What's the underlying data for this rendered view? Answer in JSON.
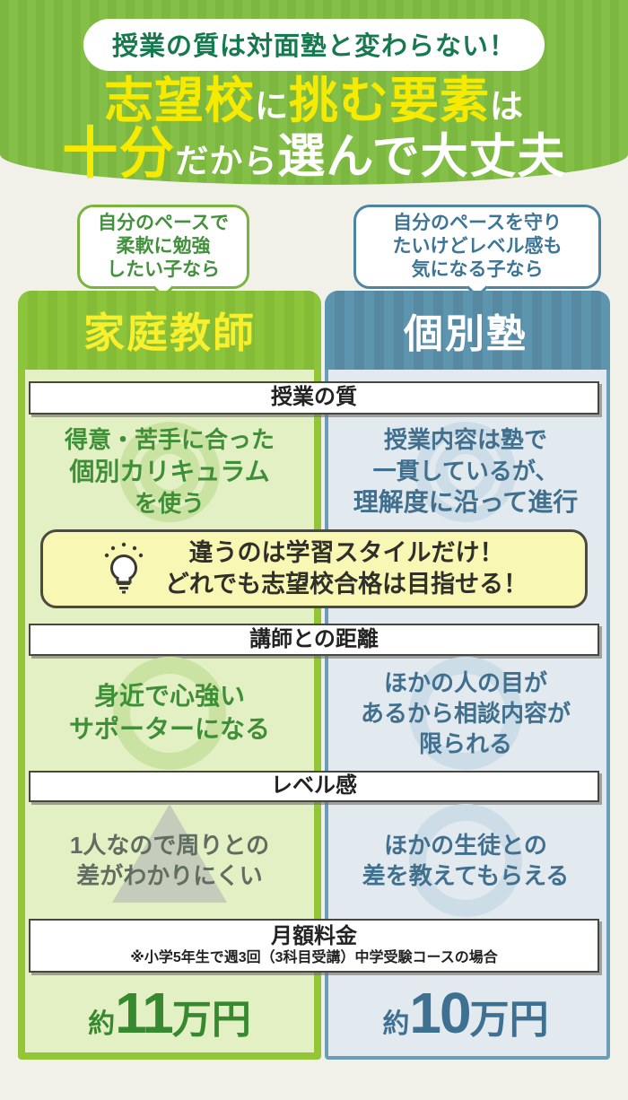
{
  "hero": {
    "badge": "授業の質は対面塾と変わらない！",
    "title": {
      "l1_part1": "志望校",
      "l1_part2": "に",
      "l1_part3": "挑む要素",
      "l1_part4": "は",
      "l2_part1": "十分",
      "l2_part2": "だから",
      "l2_part3": "選んで大丈夫"
    }
  },
  "columns": {
    "left": {
      "bubble_lines": [
        "自分のペースで",
        "柔軟に勉強",
        "したい子なら"
      ],
      "name": "家庭教師",
      "price": {
        "approx": "約",
        "value": "11",
        "unit": "万円"
      }
    },
    "right": {
      "bubble_lines": [
        "自分のペースを守り",
        "たいけどレベル感も",
        "気になる子なら"
      ],
      "name": "個別塾",
      "price": {
        "approx": "約",
        "value": "10",
        "unit": "万円"
      }
    }
  },
  "rows": [
    {
      "category": "授業の質",
      "left_lines": [
        "得意・苦手に合った",
        "個別カリキュラム",
        "を使う"
      ],
      "left_mark": "double-circle",
      "right_lines": [
        "授業内容は塾で",
        "一貫しているが、",
        "理解度に沿って進行"
      ],
      "right_mark": "double-circle"
    },
    {
      "category": "講師との距離",
      "left_lines": [
        "身近で心強い",
        "サポーターになる"
      ],
      "left_mark": "circle",
      "right_lines": [
        "ほかの人の目が",
        "あるから相談内容が",
        "限られる"
      ],
      "right_mark": "circle"
    },
    {
      "category": "レベル感",
      "left_lines": [
        "1人なので周りとの",
        "差がわかりにくい"
      ],
      "left_mark": "triangle",
      "right_lines": [
        "ほかの生徒との",
        "差を教えてもらえる"
      ],
      "right_mark": "circle"
    },
    {
      "category": "月額料金",
      "note": "※小学5年生で週3回（3科目受講）中学受験コースの場合"
    }
  ],
  "callout": {
    "icon": "lightbulb-icon",
    "lines": [
      "違うのは学習スタイルだけ！",
      "どれでも志望校合格は目指せる！"
    ]
  },
  "colors": {
    "hero_green": "#7cb840",
    "accent_yellow": "#f6ea00",
    "home_tutor_green": "#8cc43c",
    "juku_blue": "#5d94ae",
    "left_body_bg": "#e3f0c4",
    "right_body_bg": "#e2eaef",
    "left_text": "#3e8f38",
    "right_text": "#41708f",
    "callout_bg": "#f9f7b4",
    "price_left": "#36892e",
    "price_right": "#3e7191"
  }
}
